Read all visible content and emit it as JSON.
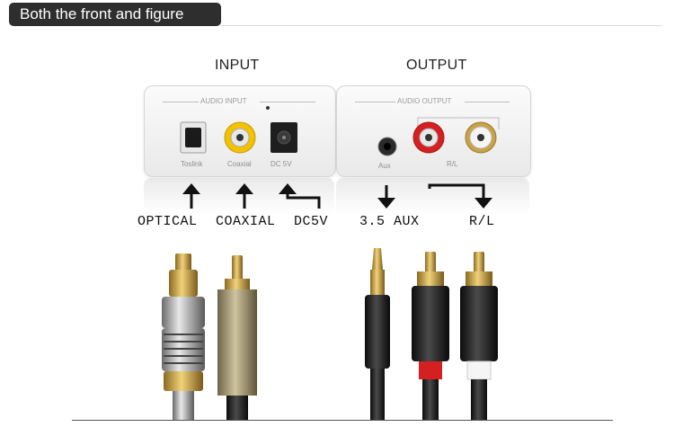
{
  "banner": {
    "text": "Both the front and figure"
  },
  "headings": {
    "input": "INPUT",
    "output": "OUTPUT"
  },
  "input_panel": {
    "title": "AUDIO INPUT",
    "ports": [
      "Toslink",
      "Coaxial",
      "DC 5V"
    ]
  },
  "output_panel": {
    "title": "AUDIO OUTPUT",
    "ports": [
      "Aux",
      "R/L"
    ]
  },
  "callouts": {
    "optical": "OPTICAL",
    "coaxial": "COAXIAL",
    "dc5v": "DC5V",
    "aux": "3.5 AUX",
    "rl": "R/L"
  },
  "colors": {
    "banner_bg": "#2e2e2e",
    "panel_bg": "#f4f4f4",
    "rca_yellow": "#f2c200",
    "rca_red": "#d42020",
    "rca_white": "#f5f5f5",
    "gold": "#c9a24a"
  }
}
